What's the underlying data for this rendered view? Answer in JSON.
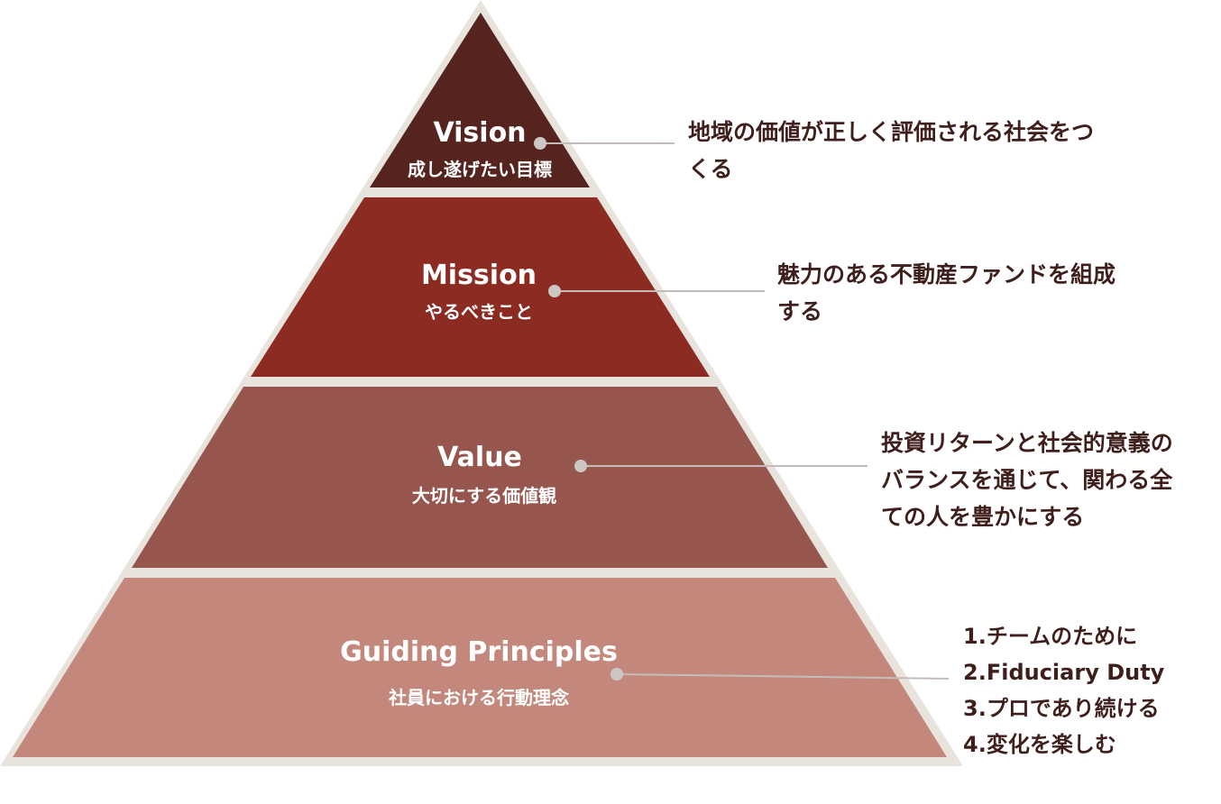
{
  "tiers": [
    {
      "title": "Vision",
      "subtitle": "成し遂げたい目標",
      "color": "#56241f",
      "description": [
        "地域の価値が正しく評価される社会をつ",
        "くる"
      ]
    },
    {
      "title": "Mission",
      "subtitle": "やるべきこと",
      "color": "#8b2b22",
      "description": [
        "魅力のある不動産ファンドを組成",
        "する"
      ]
    },
    {
      "title": "Value",
      "subtitle": "大切にする価値観",
      "color": "#96564e",
      "description": [
        "投資リターンと社会的意義の",
        "バランスを通じて、関わる全",
        "ての人を豊かにする"
      ]
    },
    {
      "title": "Guiding Principles",
      "subtitle": "社員における行動理念",
      "color": "#c4877b",
      "description": [
        "1.チームのために",
        "2.Fiduciary Duty",
        "3.プロであり続ける",
        "4.変化を楽しむ"
      ]
    }
  ],
  "colors": {
    "outline": "#e8e3dc",
    "connector": "#c4bcb8",
    "dot": "#cdc7c3",
    "text_dark": "#3e1f1c"
  }
}
